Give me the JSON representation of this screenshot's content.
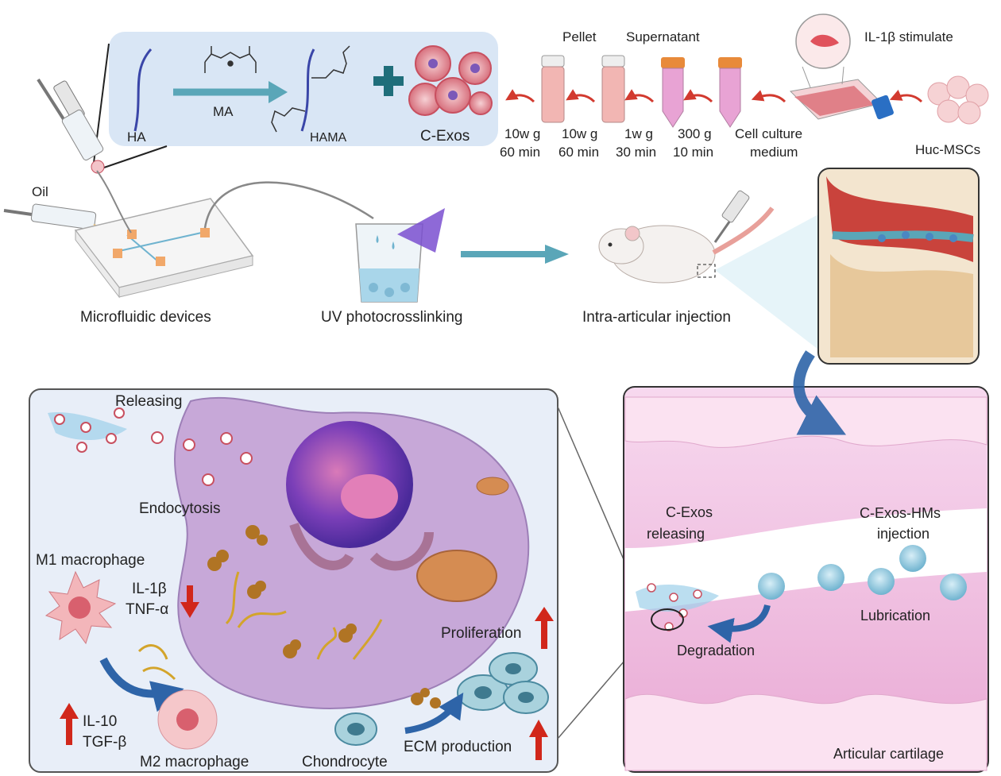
{
  "synthesis": {
    "ha": "HA",
    "ma": "MA",
    "hama": "HAMA",
    "cexos": "C-Exos"
  },
  "isolation": {
    "pellet": "Pellet",
    "supernatant": "Supernatant",
    "il1b_stimulate": "IL-1β stimulate",
    "steps": [
      {
        "speed": "10w g",
        "time": "60 min"
      },
      {
        "speed": "10w g",
        "time": "60 min"
      },
      {
        "speed": "1w g",
        "time": "30 min"
      },
      {
        "speed": "300 g",
        "time": "10 min"
      }
    ],
    "cell_culture": "Cell culture",
    "medium": "medium",
    "huc_mscs": "Huc-MSCs"
  },
  "fabrication": {
    "oil": "Oil",
    "microfluidic": "Microfluidic devices",
    "uv": "UV photocrosslinking",
    "injection": "Intra-articular injection"
  },
  "cell_panel": {
    "releasing": "Releasing",
    "endocytosis": "Endocytosis",
    "m1": "M1 macrophage",
    "il1b": "IL-1β",
    "tnfa": "TNF-α",
    "il10": "IL-10",
    "tgfb": "TGF-β",
    "m2": "M2 macrophage",
    "chondrocyte": "Chondrocyte",
    "proliferation": "Proliferation",
    "ecm": "ECM production"
  },
  "joint_panel": {
    "cexos_releasing_1": "C-Exos",
    "cexos_releasing_2": "releasing",
    "hms_injection_1": "C-Exos-HMs",
    "hms_injection_2": "injection",
    "lubrication": "Lubrication",
    "degradation": "Degradation",
    "cartilage": "Articular cartilage"
  },
  "colors": {
    "accent_arrow": "#d23a2f",
    "teal": "#5aa6b8",
    "panel_blue": "#d9e6f5",
    "cartilage_pink": "#f0bfe0",
    "cell_purple": "#a07cc0"
  }
}
